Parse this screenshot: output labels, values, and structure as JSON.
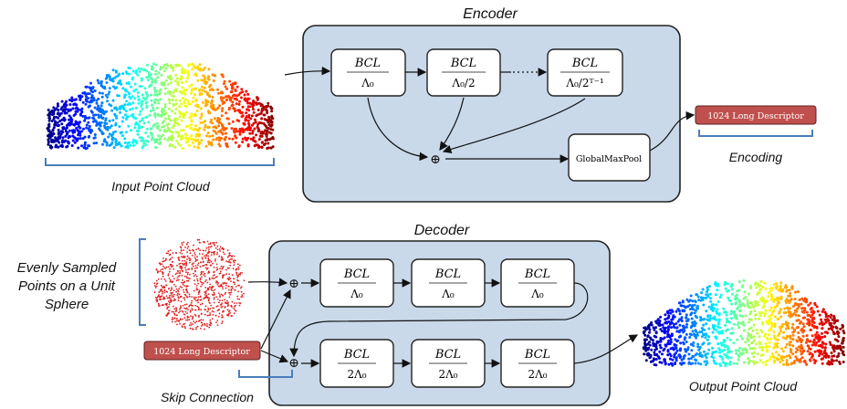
{
  "encoder": {
    "title": "Encoder",
    "blocks": [
      {
        "top": "BCL",
        "bottom": "Λ₀"
      },
      {
        "top": "BCL",
        "bottom": "Λ₀/2"
      },
      {
        "top": "BCL",
        "bottom": "Λ₀/2ᵀ⁻¹"
      }
    ],
    "pool_label": "GlobalMaxPool",
    "descriptor_label": "1024 Long Descriptor",
    "encoding_label": "Encoding",
    "input_label": "Input Point Cloud",
    "sum_symbol": "⊕"
  },
  "decoder": {
    "title": "Decoder",
    "row1_blocks": [
      {
        "top": "BCL",
        "bottom": "Λ₀"
      },
      {
        "top": "BCL",
        "bottom": "Λ₀"
      },
      {
        "top": "BCL",
        "bottom": "Λ₀"
      }
    ],
    "row2_blocks": [
      {
        "top": "BCL",
        "bottom": "2Λ₀"
      },
      {
        "top": "BCL",
        "bottom": "2Λ₀"
      },
      {
        "top": "BCL",
        "bottom": "2Λ₀"
      }
    ],
    "descriptor_label": "1024 Long Descriptor",
    "sphere_label": [
      "Evenly Sampled",
      "Points on a Unit",
      "Sphere"
    ],
    "skip_label": "Skip Connection",
    "output_label": "Output Point Cloud",
    "sum_symbol": "⊕"
  },
  "colors": {
    "panel_fill": "#c9d9ea",
    "panel_stroke": "#222222",
    "descriptor_fill": "#c0504d",
    "bracket": "#4a7dbb",
    "sphere_points": "#e02020"
  }
}
